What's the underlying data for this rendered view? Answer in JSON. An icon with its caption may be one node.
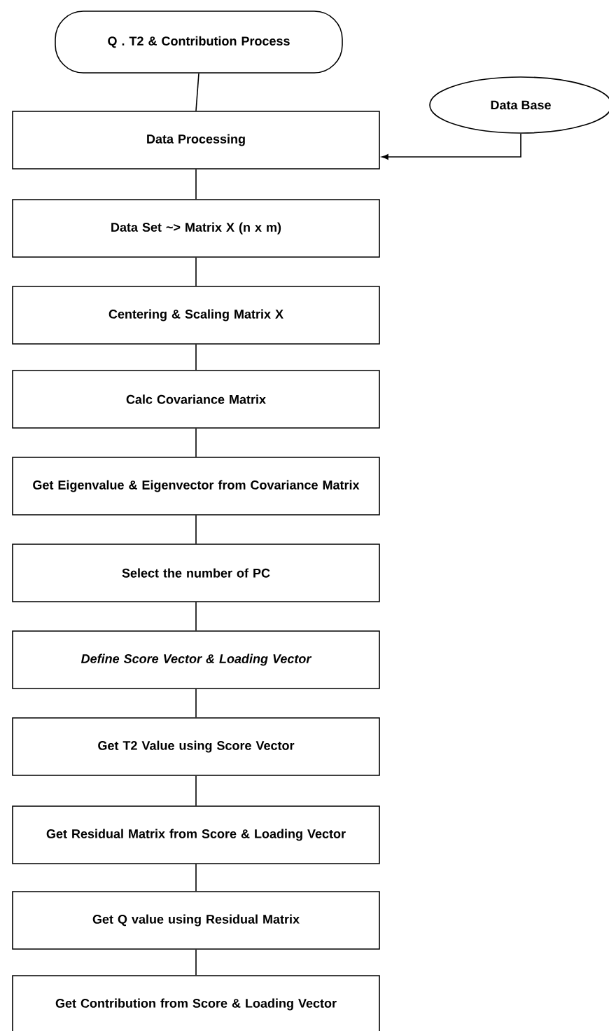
{
  "diagram": {
    "nodes": [
      {
        "text": [
          "Q . T2 & Contribution Process"
        ]
      },
      {
        "text": [
          "Data Base"
        ]
      },
      {
        "text": [
          "Data Processing"
        ]
      },
      {
        "text": [
          "Data Set ~> Matrix X (n x m)"
        ]
      },
      {
        "text": [
          "Centering & Scaling Matrix X"
        ]
      },
      {
        "text": [
          "Calc Covariance Matrix"
        ]
      },
      {
        "text": [
          "Get Eigenvalue & Eigenvector from Covariance Matrix"
        ]
      },
      {
        "text": [
          "Select the number of PC"
        ]
      },
      {
        "text": [
          "Define Score Vector & Loading Vector"
        ]
      },
      {
        "text": [
          "Get T2 Value using Score Vector"
        ]
      },
      {
        "text": [
          "Get Residual Matrix from Score & Loading Vector"
        ]
      },
      {
        "text": [
          "Get Q value using Residual Matrix"
        ]
      },
      {
        "text": [
          "Get Contribution from Score & Loading Vector"
        ]
      }
    ],
    "edges": [
      {
        "from": 0,
        "to": 2,
        "arrow": "none"
      },
      {
        "from": 1,
        "to": 2,
        "arrow": "to"
      },
      {
        "from": 2,
        "to": 3,
        "arrow": "none"
      },
      {
        "from": 3,
        "to": 4,
        "arrow": "none"
      },
      {
        "from": 4,
        "to": 5,
        "arrow": "none"
      },
      {
        "from": 5,
        "to": 6,
        "arrow": "none"
      },
      {
        "from": 6,
        "to": 7,
        "arrow": "none"
      },
      {
        "from": 7,
        "to": 8,
        "arrow": "none"
      },
      {
        "from": 8,
        "to": 9,
        "arrow": "none"
      },
      {
        "from": 9,
        "to": 10,
        "arrow": "none"
      },
      {
        "from": 10,
        "to": 11,
        "arrow": "none"
      },
      {
        "from": 11,
        "to": 12,
        "arrow": "none"
      }
    ]
  }
}
